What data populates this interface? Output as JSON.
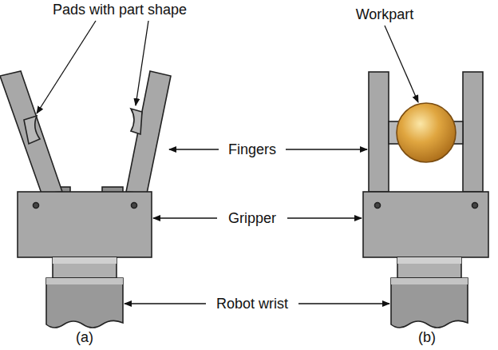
{
  "diagram": {
    "labels": [
      "Pads with part shape",
      "Workpart",
      "Fingers",
      "Gripper",
      "Robot wrist",
      "(a)",
      "(b)"
    ]
  }
}
